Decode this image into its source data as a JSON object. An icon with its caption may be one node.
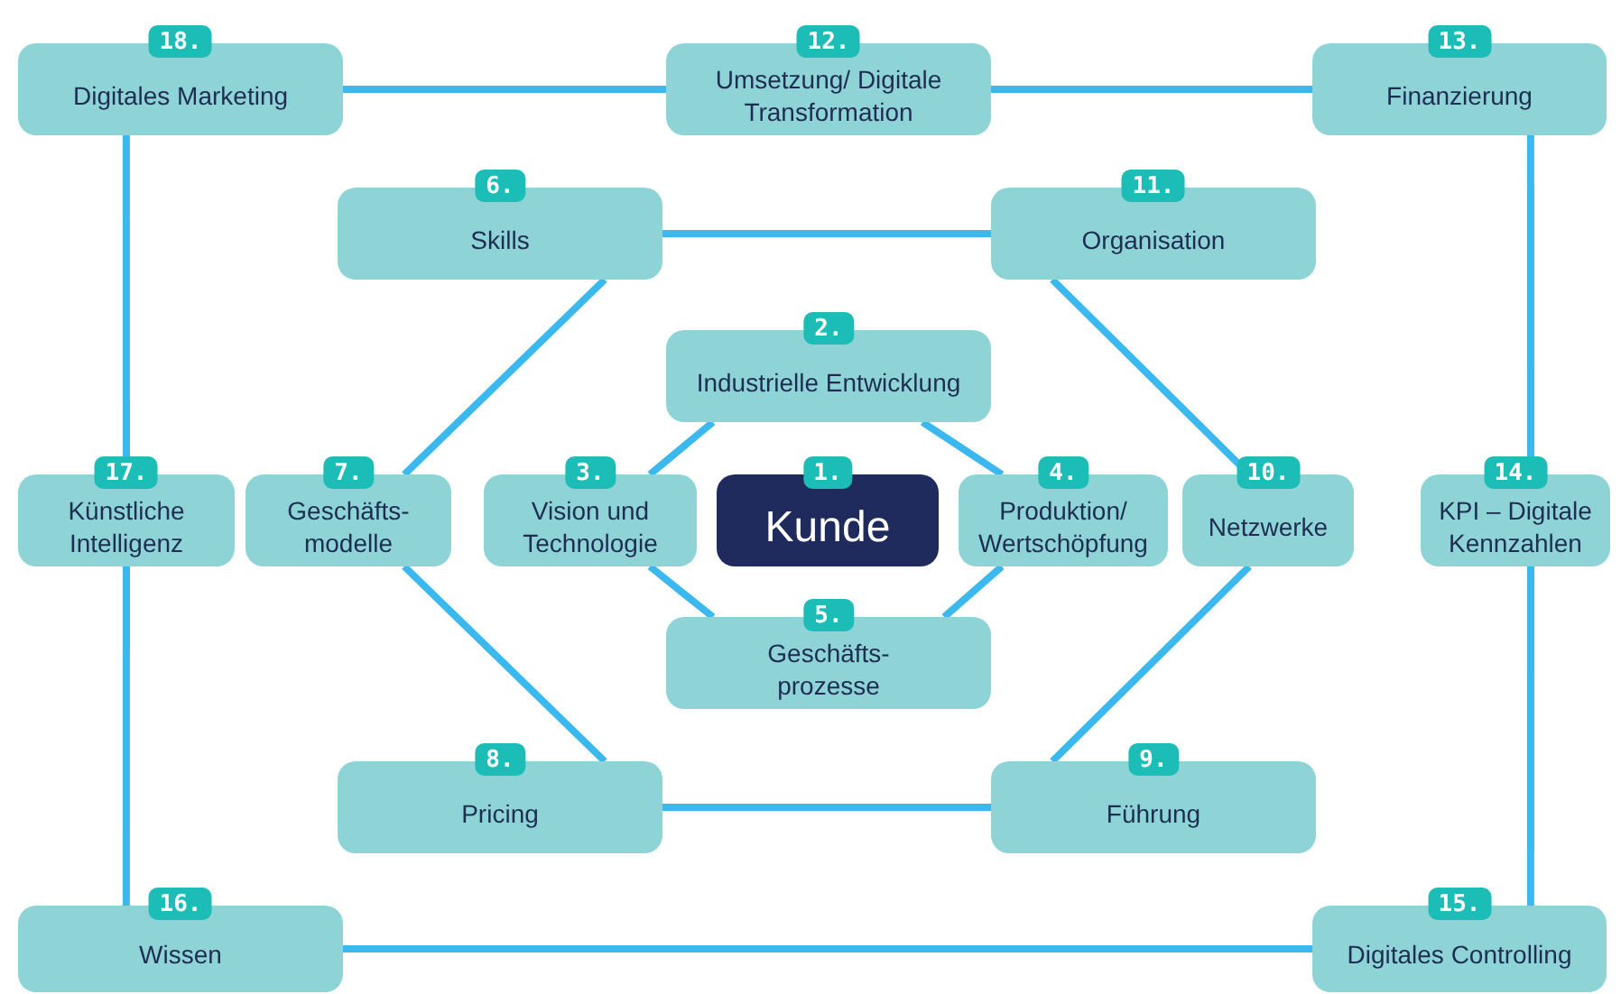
{
  "diagram": {
    "nodes": [
      {
        "text": [
          "1.",
          "Kunde"
        ]
      },
      {
        "text": [
          "2.",
          "Industrielle Entwicklung"
        ]
      },
      {
        "text": [
          "3.",
          "Vision und Technologie"
        ]
      },
      {
        "text": [
          "4.",
          "Produktion/ Wertschöpfung"
        ]
      },
      {
        "text": [
          "5.",
          "Geschäfts- prozesse"
        ]
      },
      {
        "text": [
          "6.",
          "Skills"
        ]
      },
      {
        "text": [
          "7.",
          "Geschäfts- modelle"
        ]
      },
      {
        "text": [
          "8.",
          "Pricing"
        ]
      },
      {
        "text": [
          "9.",
          "Führung"
        ]
      },
      {
        "text": [
          "10.",
          "Netzwerke"
        ]
      },
      {
        "text": [
          "11.",
          "Organisation"
        ]
      },
      {
        "text": [
          "12.",
          "Umsetzung/ Digitale Transformation"
        ]
      },
      {
        "text": [
          "13.",
          "Finanzierung"
        ]
      },
      {
        "text": [
          "14.",
          "KPI – Digitale Kennzahlen"
        ]
      },
      {
        "text": [
          "15.",
          "Digitales Controlling"
        ]
      },
      {
        "text": [
          "16.",
          "Wissen"
        ]
      },
      {
        "text": [
          "17.",
          "Künstliche Intelligenz"
        ]
      },
      {
        "text": [
          "18.",
          "Digitales Marketing"
        ]
      }
    ],
    "edges": [
      {
        "from": 17,
        "to": 11,
        "arrow": "none"
      },
      {
        "from": 11,
        "to": 12,
        "arrow": "none"
      },
      {
        "from": 12,
        "to": 13,
        "arrow": "none"
      },
      {
        "from": 13,
        "to": 14,
        "arrow": "none"
      },
      {
        "from": 15,
        "to": 14,
        "arrow": "none"
      },
      {
        "from": 17,
        "to": 16,
        "arrow": "none"
      },
      {
        "from": 16,
        "to": 15,
        "arrow": "none"
      },
      {
        "from": 5,
        "to": 10,
        "arrow": "none"
      },
      {
        "from": 5,
        "to": 6,
        "arrow": "none"
      },
      {
        "from": 6,
        "to": 7,
        "arrow": "none"
      },
      {
        "from": 7,
        "to": 8,
        "arrow": "none"
      },
      {
        "from": 8,
        "to": 9,
        "arrow": "none"
      },
      {
        "from": 9,
        "to": 10,
        "arrow": "none"
      },
      {
        "from": 2,
        "to": 1,
        "arrow": "none"
      },
      {
        "from": 1,
        "to": 3,
        "arrow": "none"
      },
      {
        "from": 3,
        "to": 4,
        "arrow": "none"
      },
      {
        "from": 4,
        "to": 2,
        "arrow": "none"
      }
    ]
  }
}
